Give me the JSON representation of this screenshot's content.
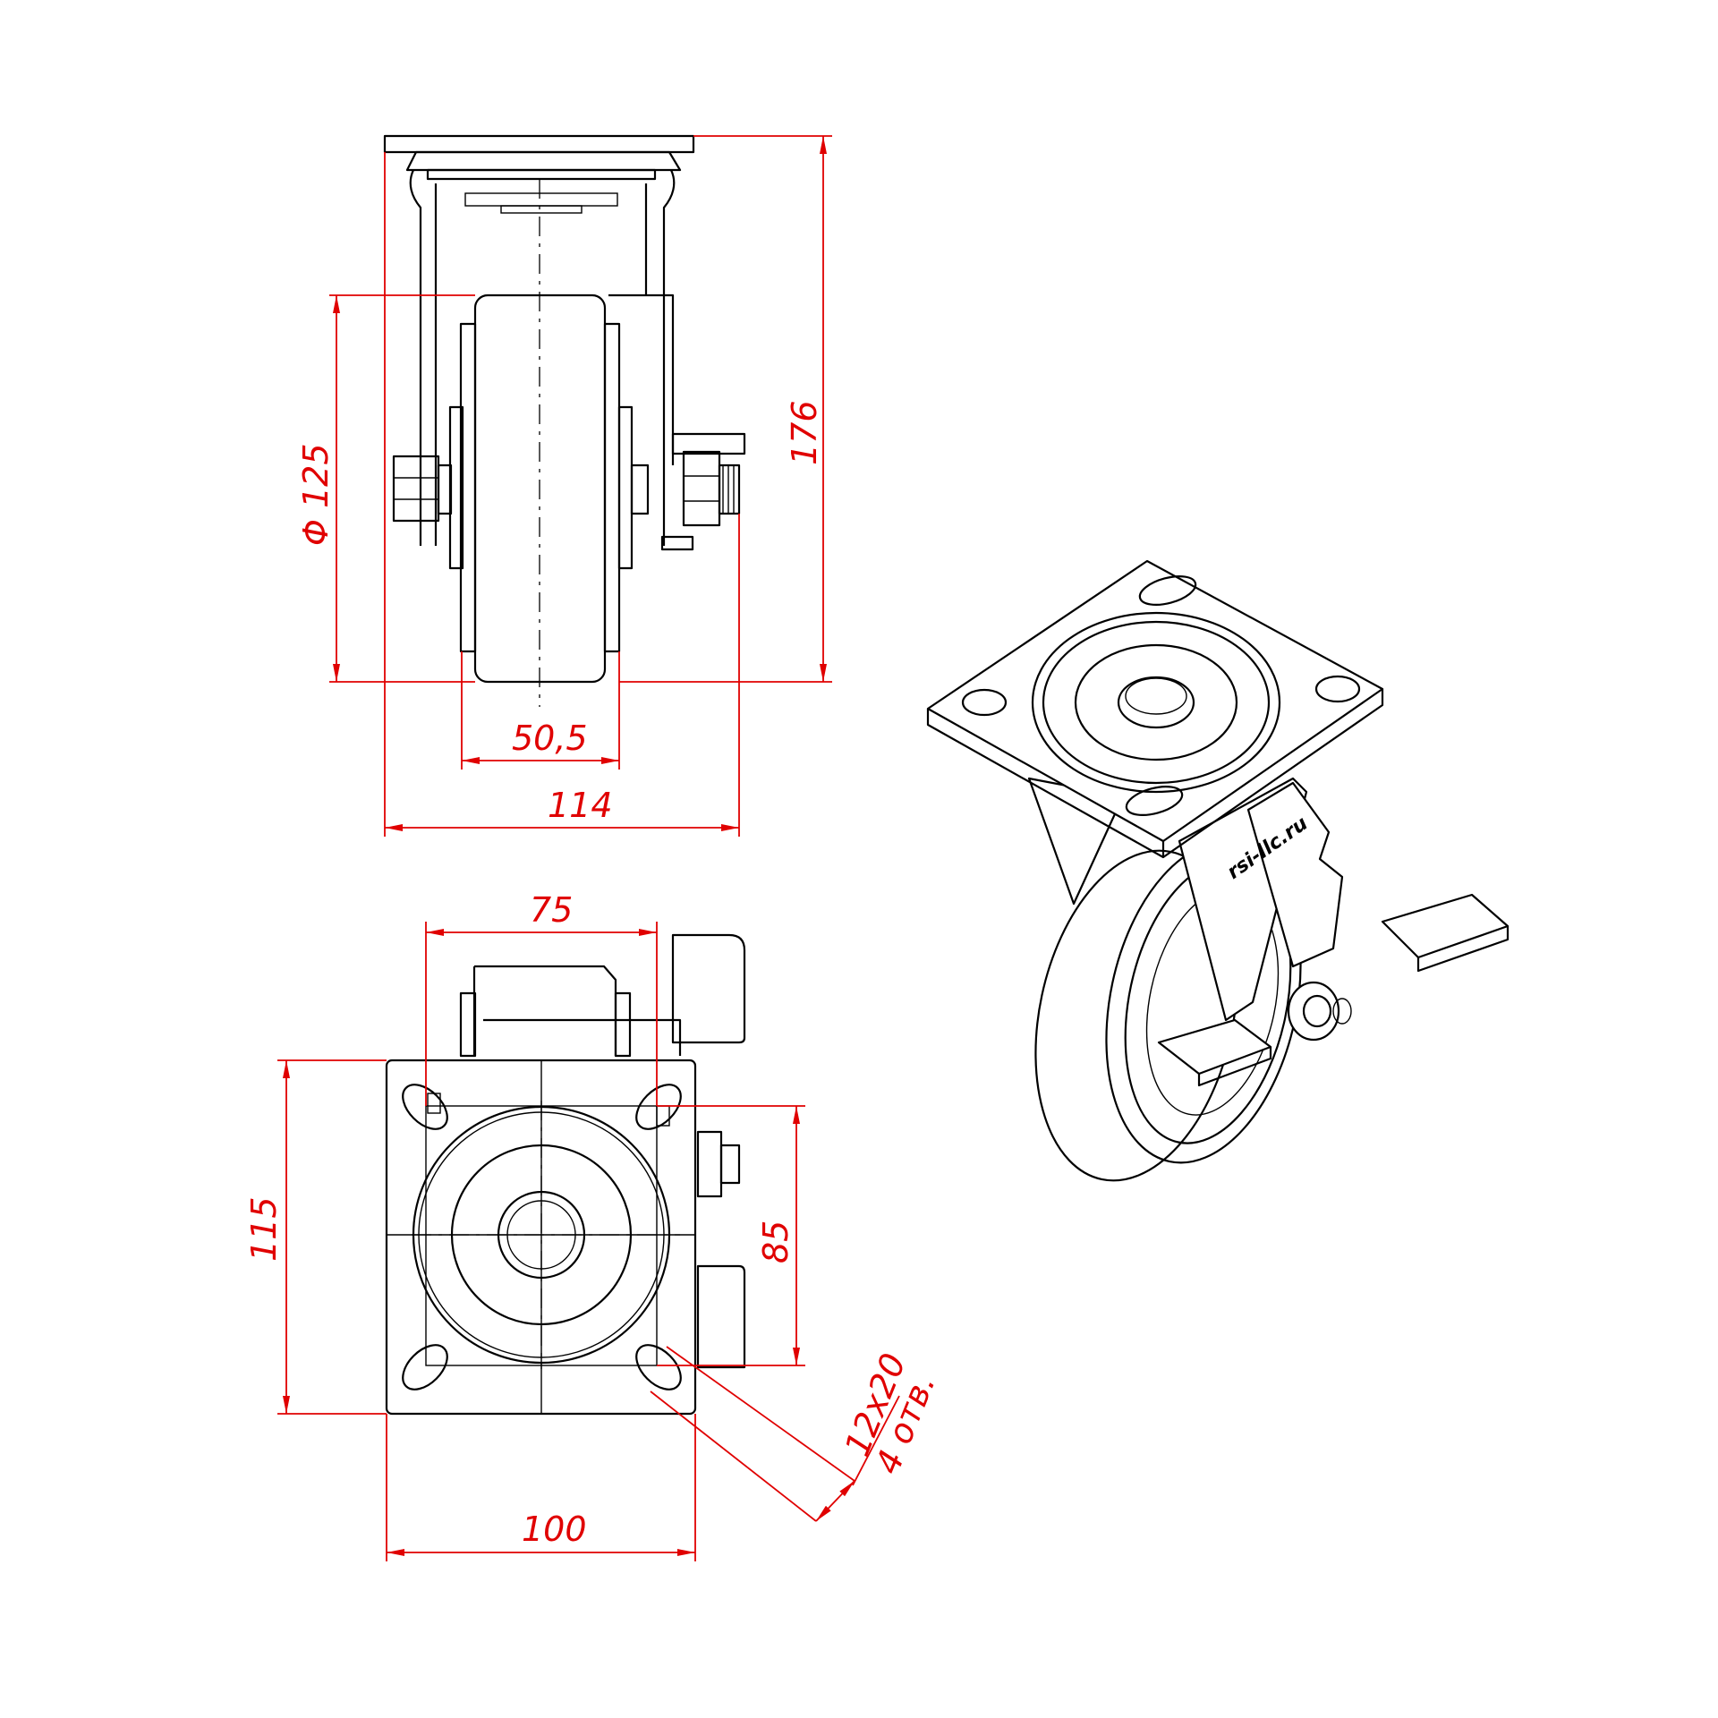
{
  "front_view": {
    "diameter_label": "Φ 125",
    "height_label": "176",
    "wheel_width_label": "50,5",
    "overall_width_label": "114"
  },
  "plan_view": {
    "hole_pitch_x_label": "75",
    "plate_height_label": "115",
    "hole_pitch_y_label": "85",
    "plate_width_label": "100",
    "slot_size_label": "12x20",
    "slot_count_label": "4 отв."
  },
  "isometric_view": {
    "brand_text": "rsi-llc.ru"
  },
  "colors": {
    "outline": "#000000",
    "dimension": "#e00000"
  }
}
